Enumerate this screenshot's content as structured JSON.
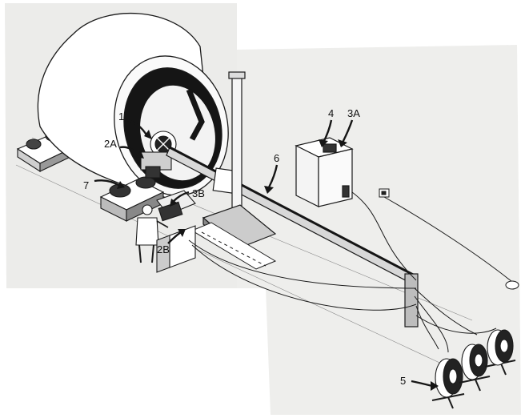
{
  "callouts": {
    "c1": "1",
    "c2a": "2A",
    "c2b": "2B",
    "c3a": "3A",
    "c3b": "3B",
    "c4": "4",
    "c5": "5",
    "c6": "6",
    "c7": "7"
  },
  "colors": {
    "paper": "#ececea",
    "line": "#1a1a1a",
    "dark": "#151515"
  }
}
